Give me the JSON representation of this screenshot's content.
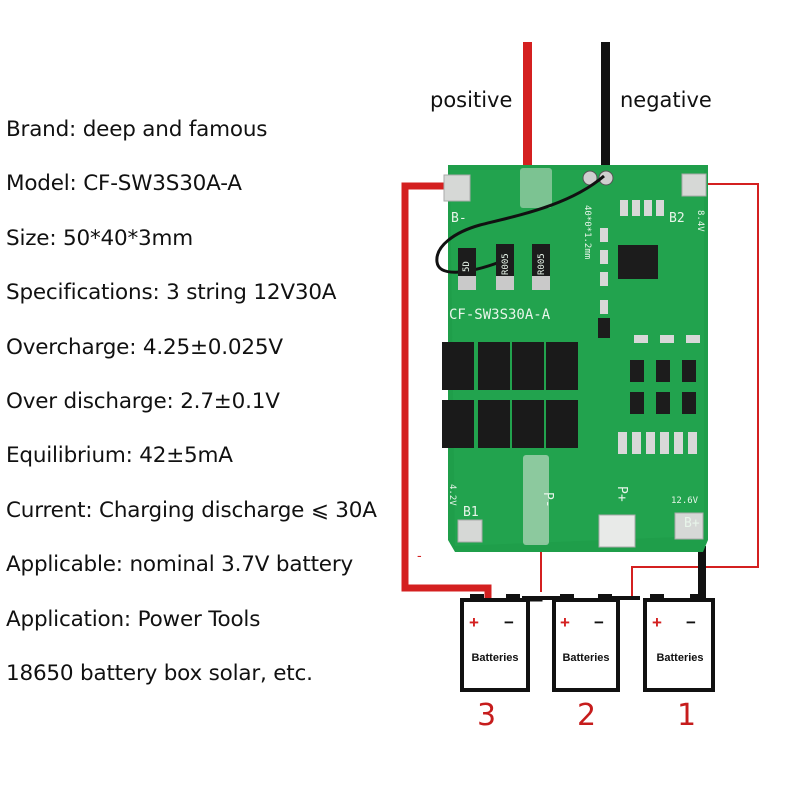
{
  "specs": [
    "Brand: deep and famous",
    "Model: CF-SW3S30A-A",
    "Size: 50*40*3mm",
    "Specifications: 3 string 12V30A",
    "Overcharge: 4.25±0.025V",
    "Over discharge: 2.7±0.1V",
    "Equilibrium: 42±5mA",
    "Current: Charging discharge ⩽ 30A",
    "Applicable: nominal 3.7V battery",
    "Application: Power Tools",
    "18650 battery box solar, etc."
  ],
  "wires": {
    "positive": "positive",
    "negative": "negative"
  },
  "board": {
    "model_text": "CF-SW3S30A-A",
    "pads": {
      "b_minus": "B-",
      "b2": "B2",
      "b1": "B1",
      "p_minus": "P-",
      "p_plus": "P+",
      "b_plus": "B+"
    },
    "voltages": {
      "v84": "8.4V",
      "v126": "12.6V",
      "v42": "4.2V"
    },
    "resistor_codes": [
      "5D",
      "R005",
      "R005"
    ],
    "shunt_text": "40*0*1.2mm"
  },
  "minus_sign": "-",
  "batteries": [
    {
      "label": "Batteries",
      "plus": "+",
      "minus": "−",
      "number": "3"
    },
    {
      "label": "Batteries",
      "plus": "+",
      "minus": "−",
      "number": "2"
    },
    {
      "label": "Batteries",
      "plus": "+",
      "minus": "−",
      "number": "1"
    }
  ],
  "colors": {
    "wire_red": "#d42020",
    "wire_black": "#111111",
    "pcb_green": "#1f9e4a",
    "label_red": "#c61c1c"
  }
}
